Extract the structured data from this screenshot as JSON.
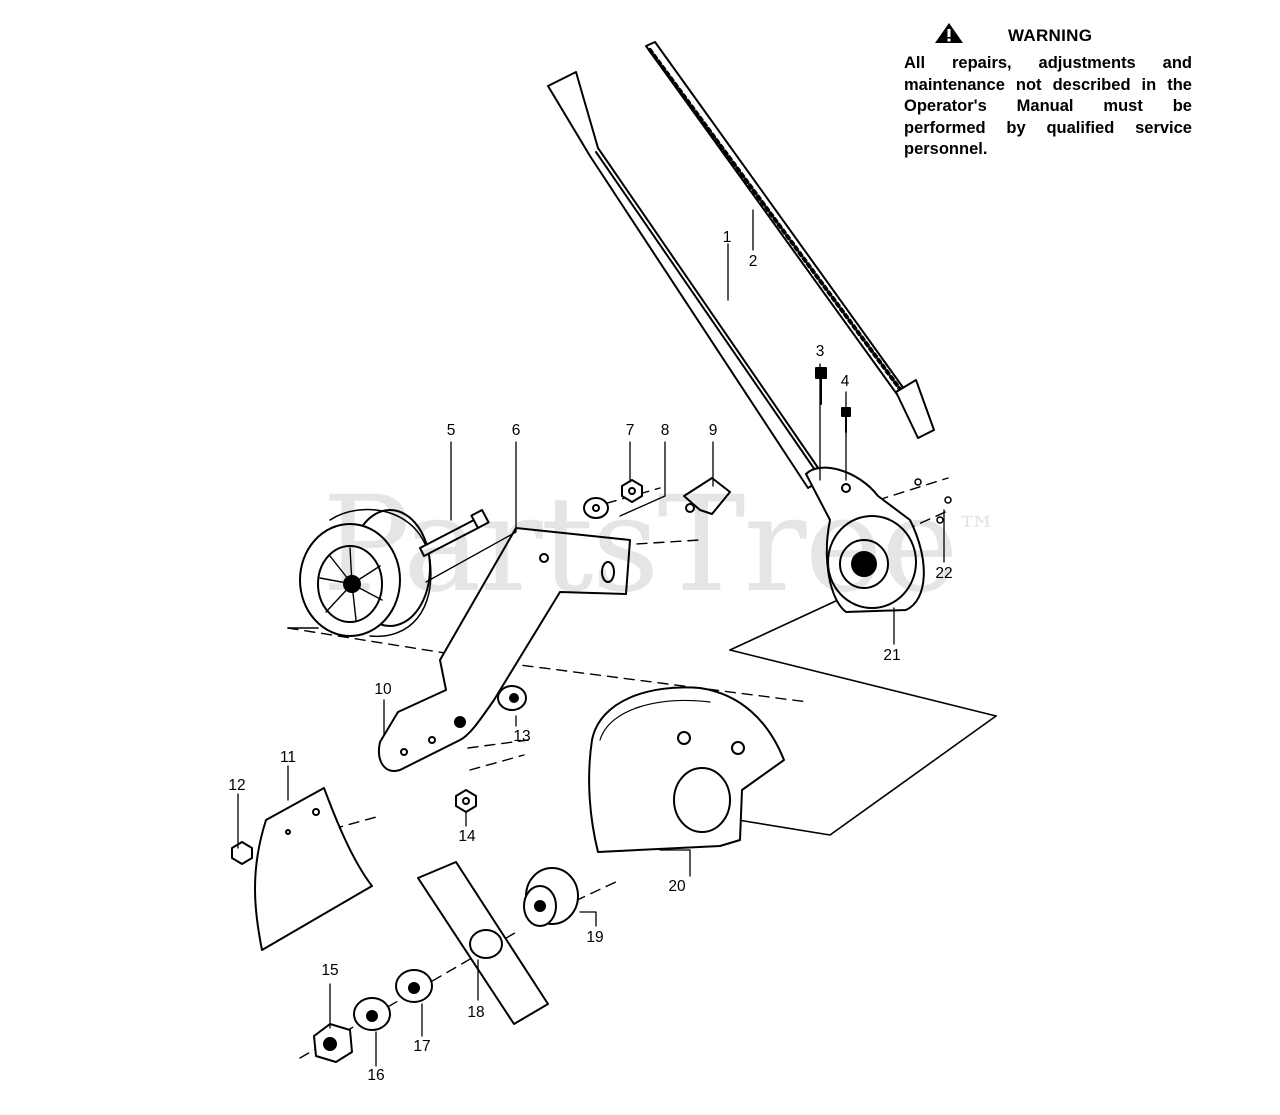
{
  "warning": {
    "title": "WARNING",
    "body": "All repairs, adjustments and maintenance not described in the Operator's Manual must be performed by qualified service personnel.",
    "icon": "warning-triangle-icon"
  },
  "watermark": {
    "text": "PartsTree",
    "mark": "™"
  },
  "callouts": [
    "1",
    "2",
    "3",
    "4",
    "5",
    "6",
    "7",
    "8",
    "9",
    "10",
    "11",
    "12",
    "13",
    "14",
    "15",
    "16",
    "17",
    "18",
    "19",
    "20",
    "21",
    "22"
  ]
}
